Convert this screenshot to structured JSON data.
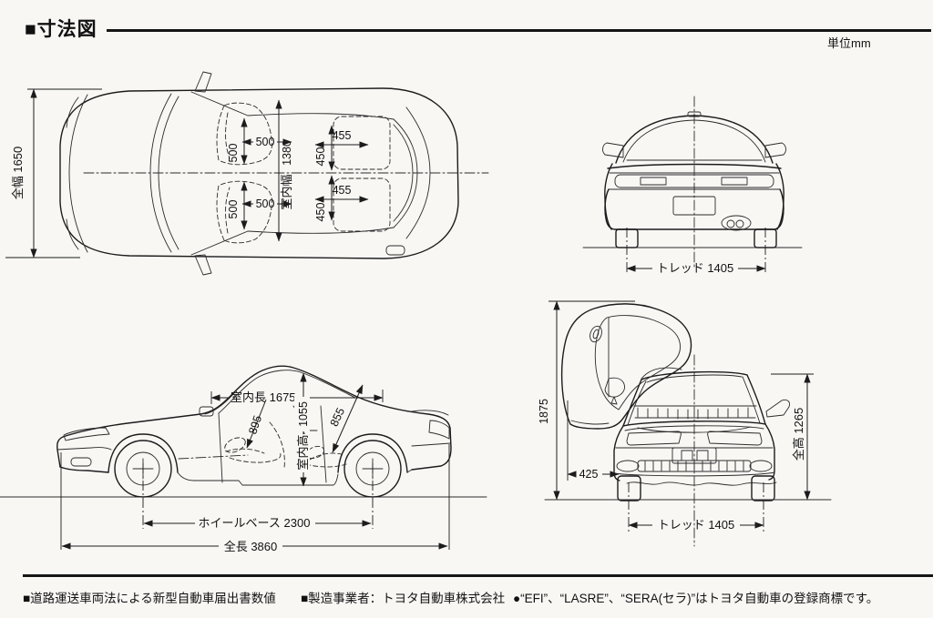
{
  "header": {
    "title": "■寸法図",
    "unit": "単位mm"
  },
  "views": {
    "top": {
      "overall_width": "全幅 1650",
      "interior_width_label": "室内幅",
      "interior_width_value": "1380",
      "front_seat_width": "500",
      "front_seat_length": "500",
      "rear_seat_width": "455",
      "rear_seat_length": "450"
    },
    "rear": {
      "tread": "トレッド 1405"
    },
    "side": {
      "interior_length": "室内長 1675",
      "front_headroom": "895",
      "interior_height_label": "室内高",
      "interior_height_value": "1055",
      "rear_headroom": "855",
      "wheelbase": "ホイールベース 2300",
      "overall_length": "全長 3860"
    },
    "front": {
      "door_open_height": "1875",
      "door_open_width": "425",
      "overall_height": "全高 1265",
      "tread": "トレッド 1405"
    }
  },
  "footer": {
    "note_regulation": "■道路運送車両法による新型自動車届出書数値",
    "note_manufacturer": "■製造事業者：トヨタ自動車株式会社",
    "note_trademark": "●“EFI”、“LASRE”、“SERA(セラ)”はトヨタ自動車の登録商標です。"
  }
}
